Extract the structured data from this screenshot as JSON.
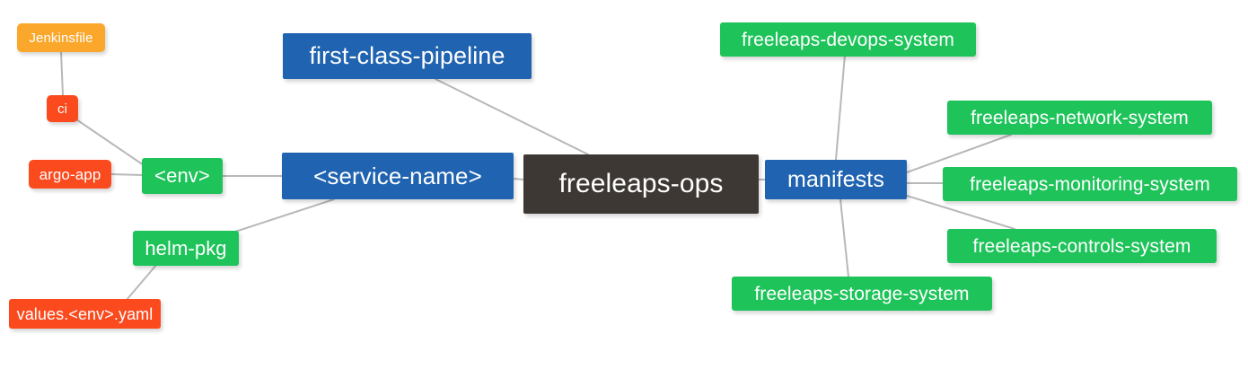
{
  "diagram": {
    "type": "mindmap",
    "title": "freeleaps-ops",
    "background_color": "#ffffff",
    "edge_color": "#b8b8b8",
    "palette": {
      "root": "#3d3833",
      "blue": "#2063b0",
      "green": "#1ec35a",
      "orange": "#fba72c",
      "red": "#fa4a1e"
    }
  },
  "nodes": {
    "root": {
      "label": "freeleaps-ops"
    },
    "first_class_pipeline": {
      "label": "first-class-pipeline"
    },
    "service_name": {
      "label": "<service-name>"
    },
    "env": {
      "label": "<env>"
    },
    "ci": {
      "label": "ci"
    },
    "jenkinsfile": {
      "label": "Jenkinsfile"
    },
    "argo_app": {
      "label": "argo-app"
    },
    "helm_pkg": {
      "label": "helm-pkg"
    },
    "values_yaml": {
      "label": "values.<env>.yaml"
    },
    "manifests": {
      "label": "manifests"
    },
    "devops_system": {
      "label": "freeleaps-devops-system"
    },
    "network_system": {
      "label": "freeleaps-network-system"
    },
    "monitoring_system": {
      "label": "freeleaps-monitoring-system"
    },
    "controls_system": {
      "label": "freeleaps-controls-system"
    },
    "storage_system": {
      "label": "freeleaps-storage-system"
    }
  },
  "edges": [
    {
      "from": "root",
      "to": "first_class_pipeline"
    },
    {
      "from": "root",
      "to": "service_name"
    },
    {
      "from": "root",
      "to": "manifests"
    },
    {
      "from": "service_name",
      "to": "env"
    },
    {
      "from": "service_name",
      "to": "helm_pkg"
    },
    {
      "from": "env",
      "to": "ci"
    },
    {
      "from": "env",
      "to": "argo_app"
    },
    {
      "from": "ci",
      "to": "jenkinsfile"
    },
    {
      "from": "helm_pkg",
      "to": "values_yaml"
    },
    {
      "from": "manifests",
      "to": "devops_system"
    },
    {
      "from": "manifests",
      "to": "network_system"
    },
    {
      "from": "manifests",
      "to": "monitoring_system"
    },
    {
      "from": "manifests",
      "to": "controls_system"
    },
    {
      "from": "manifests",
      "to": "storage_system"
    }
  ]
}
